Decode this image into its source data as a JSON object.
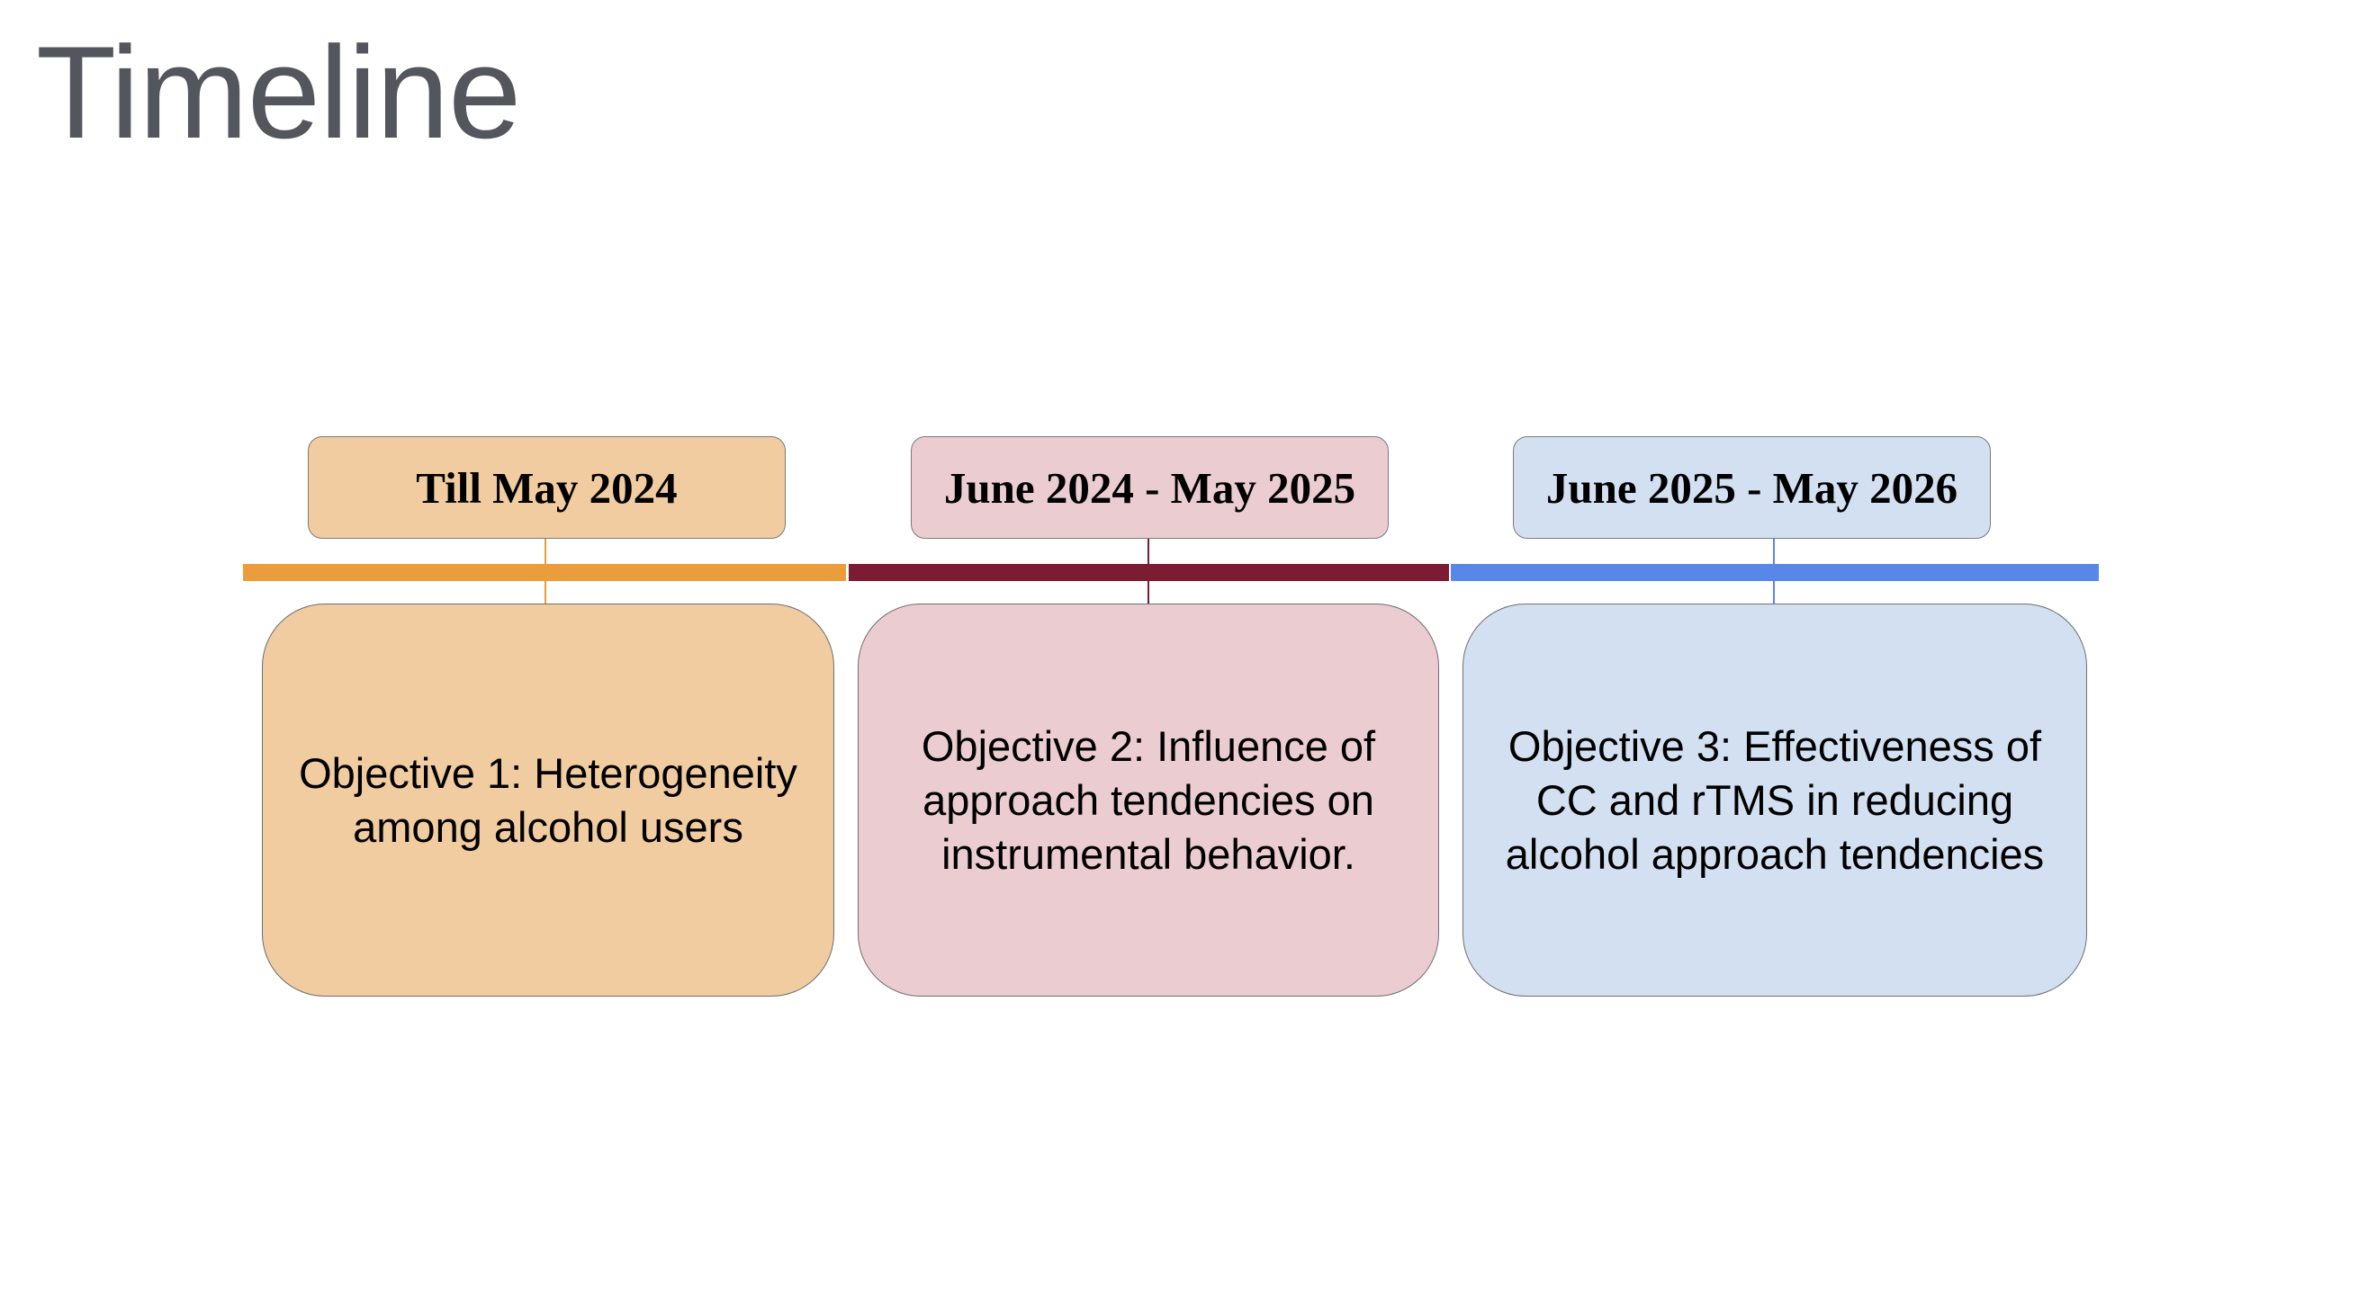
{
  "title": "Timeline",
  "colors": {
    "title": "#54565e",
    "phase1_bar": "#eb9d3b",
    "phase1_fill": "#f1cca0",
    "phase2_bar": "#7b1b34",
    "phase2_fill": "#ebcdd1",
    "phase3_bar": "#5787e8",
    "phase3_fill": "#d2e0f1"
  },
  "phases": [
    {
      "period": "Till May 2024",
      "objective": "Objective 1: Heterogeneity among alcohol users"
    },
    {
      "period": "June 2024 - May 2025",
      "objective": "Objective 2: Influence of approach tendencies on instrumental behavior."
    },
    {
      "period": "June 2025 - May 2026",
      "objective": "Objective 3: Effectiveness of CC and rTMS in reducing alcohol approach tendencies"
    }
  ]
}
